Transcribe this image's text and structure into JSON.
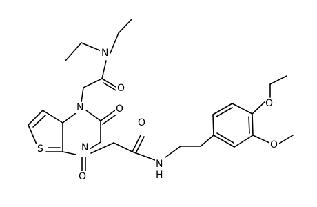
{
  "molecule": {
    "atoms": {
      "n_amide_top": "N",
      "o_amide_top": "O",
      "n1": "N",
      "o_c2": "O",
      "n3": "N",
      "o_c4": "O",
      "s": "S",
      "o_amide_mid": "O",
      "nh": "N",
      "h_nh": "H",
      "o_ome_top": "O",
      "o_ome_bottom": "O"
    }
  }
}
